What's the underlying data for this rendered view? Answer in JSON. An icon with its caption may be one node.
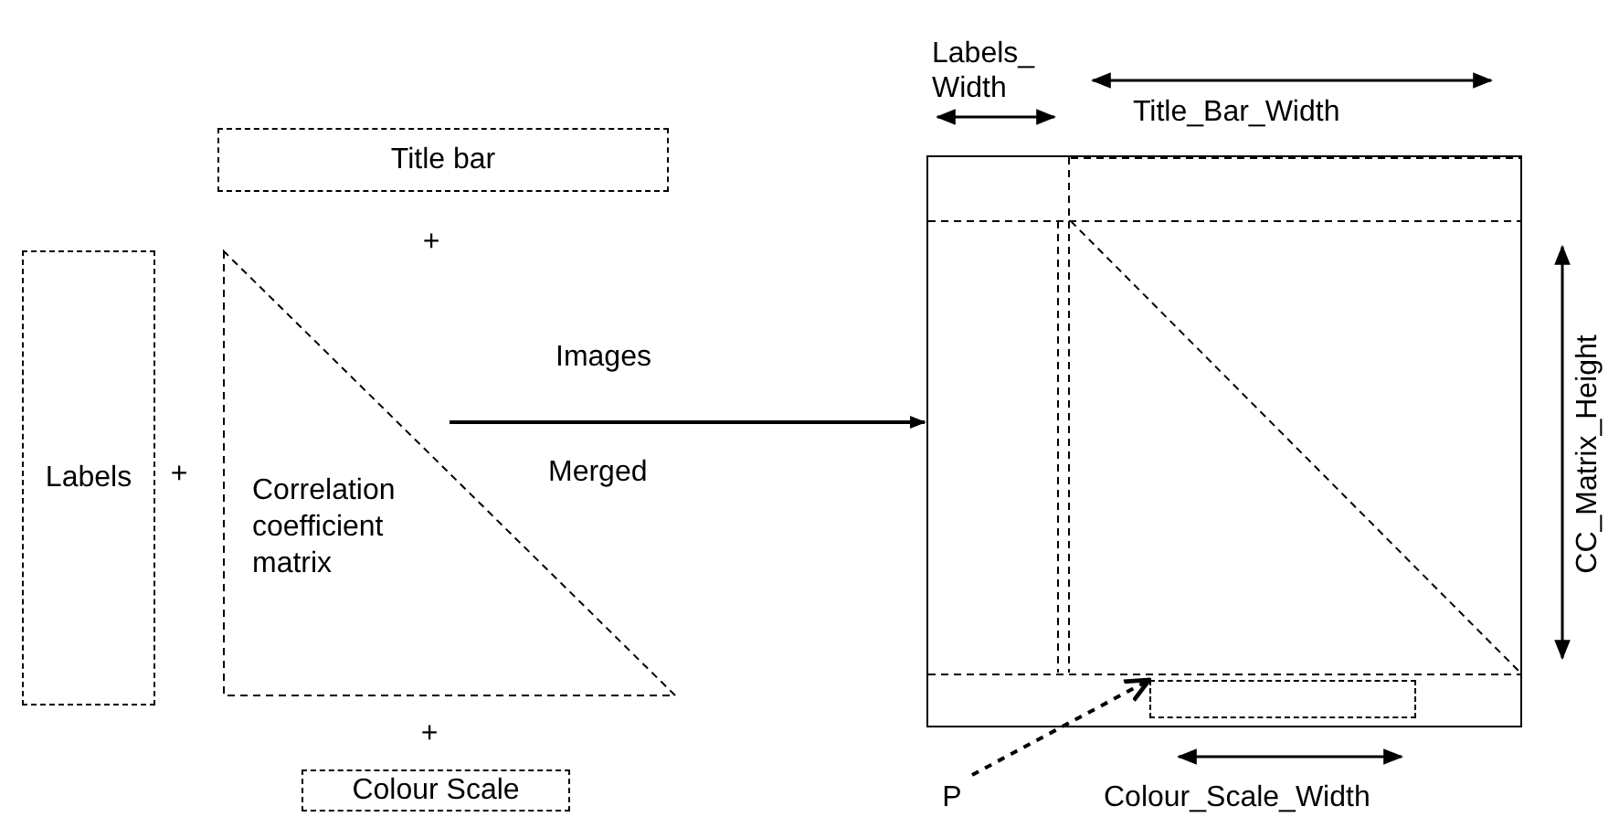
{
  "diagram": {
    "nodes": [
      {
        "text": [
          "Title bar"
        ]
      },
      {
        "text": [
          "Labels"
        ]
      },
      {
        "text": [
          "Correlation coefficient matrix"
        ]
      },
      {
        "text": [
          "Colour Scale"
        ]
      },
      {
        "text": [],
        "shape": "box"
      },
      {
        "text": [
          "P"
        ]
      },
      {
        "text": [],
        "shape": "box",
        "in": 4
      }
    ],
    "edges": [
      {
        "from": 2,
        "to": 4,
        "arrow": "to",
        "label": "Images"
      },
      {
        "from": 5,
        "to": 6,
        "arrow": "to",
        "style": "dashed"
      }
    ],
    "labels": [
      "Labels_ Width",
      "Title_Bar_Width",
      "+",
      "CC_Matrix_Height",
      "+",
      "Merged",
      "+",
      "Colour_Scale_Width"
    ]
  }
}
